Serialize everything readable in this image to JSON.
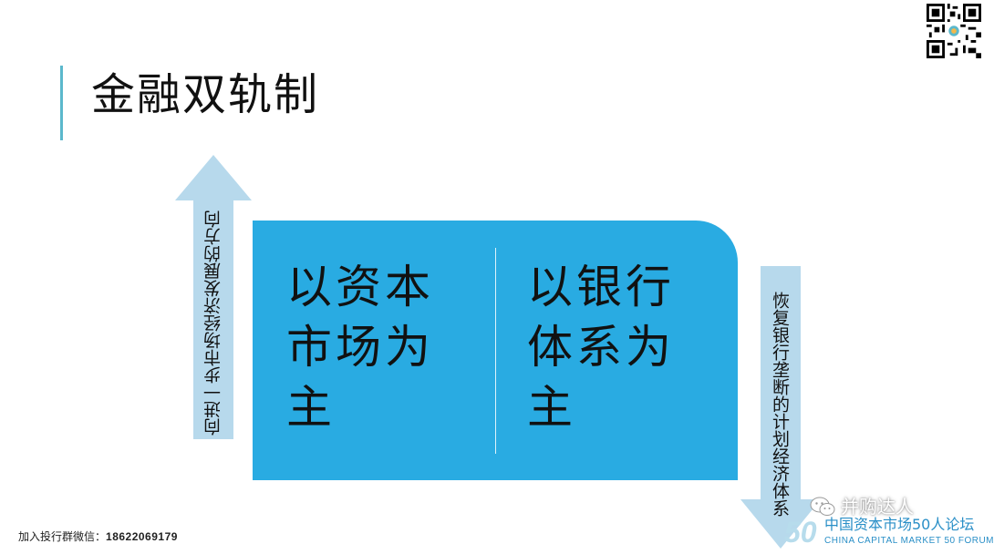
{
  "slide": {
    "title": "金融双轨制",
    "up_arrow_text": "向进一步市场经济发展的方向",
    "down_arrow_text": "恢复银行垄断的计划经济体系",
    "left_panel": {
      "line1": "以资本",
      "line2": "市场为",
      "line3": "主"
    },
    "right_panel": {
      "line1": "以银行",
      "line2": "体系为",
      "line3": "主"
    }
  },
  "footer": {
    "label": "加入投行群微信：",
    "phone": "18622069179"
  },
  "watermark": {
    "wechat_name": "并购达人",
    "forum_logo": "50",
    "forum_cn": "中国资本市场50人论坛",
    "forum_en": "CHINA CAPITAL MARKET 50 FORUM"
  },
  "colors": {
    "box_blue": "#29abe2",
    "arrow_light_blue": "#b7d9ec",
    "accent_line": "#5bb8cc",
    "forum_blue": "#2a8fc7"
  },
  "icons": [
    "qr-code-icon",
    "wechat-icon"
  ]
}
